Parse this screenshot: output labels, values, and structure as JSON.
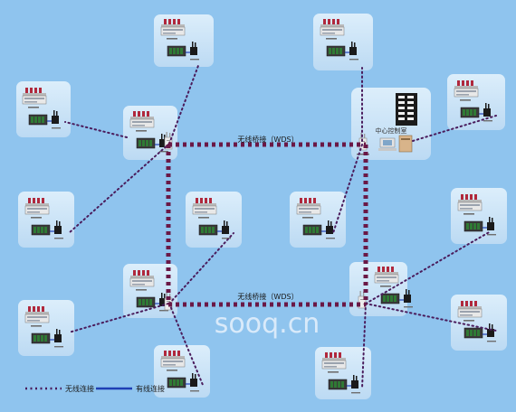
{
  "labels": {
    "wds_top": "无线桥接（WDS）",
    "wds_bottom": "无线桥接（WDS）",
    "control_center": "中心控制室",
    "legend_wireless": "无线连接",
    "legend_wired": "有线连接",
    "watermark": "sooq.cn"
  },
  "colors": {
    "background": "#8fc4ee",
    "panel": "#c9e4f8",
    "wds_link": "#6a1846",
    "wireless_link": "#4a1c5c",
    "wired_link": "#1f3fb4",
    "watermark": "#e6f1fb"
  },
  "icons": {
    "station": "industrial-controller-icon",
    "access_point": "wireless-access-point-icon",
    "server": "server-rack-icon",
    "computer": "desktop-computer-icon"
  }
}
